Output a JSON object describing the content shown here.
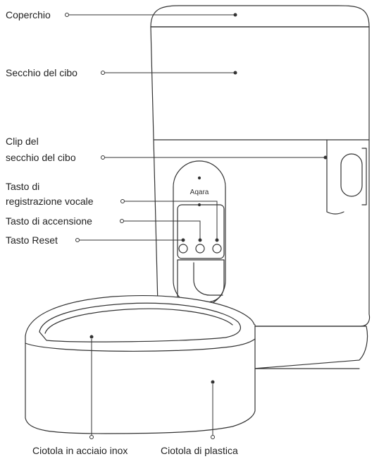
{
  "labels": {
    "coperchio": "Coperchio",
    "secchio": "Secchio del cibo",
    "clip_line1": "Clip del",
    "clip_line2": "secchio del cibo",
    "voce_line1": "Tasto di",
    "voce_line2": "registrazione vocale",
    "accensione": "Tasto di accensione",
    "reset": "Tasto Reset",
    "ciotola_inox": "Ciotola in acciaio inox",
    "ciotola_plastica": "Ciotola di plastica"
  },
  "device": {
    "logo_text": "Aqara"
  }
}
